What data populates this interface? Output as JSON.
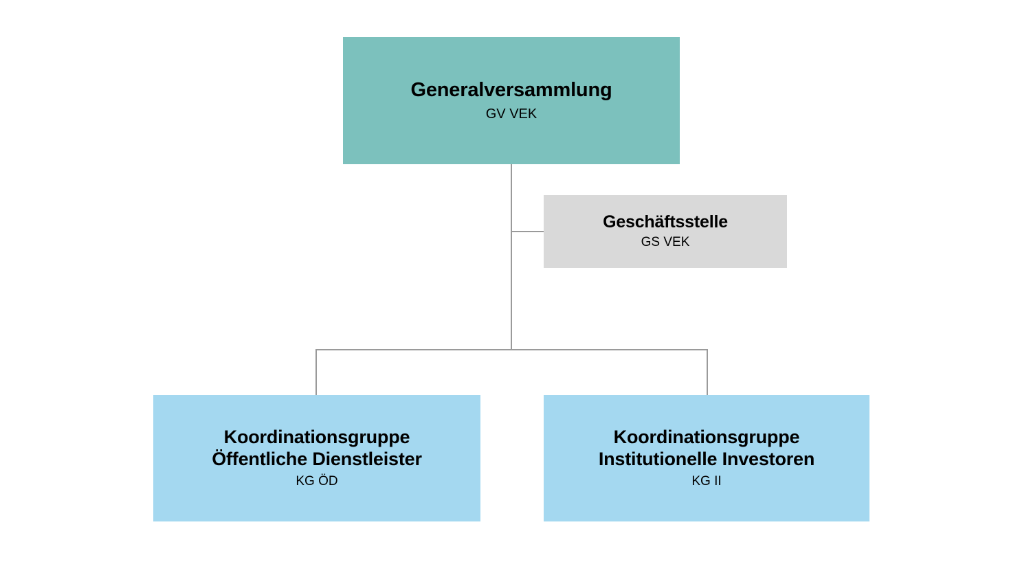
{
  "diagram": {
    "type": "organizational-chart",
    "background_color": "#ffffff",
    "line_color": "#9a9a9a",
    "nodes": [
      {
        "id": "gv",
        "title": "Generalversammlung",
        "subtitle": "GV VEK",
        "color": "#7cc1bd",
        "level": "top"
      },
      {
        "id": "gs",
        "title": "Geschäftsstelle",
        "subtitle": "GS VEK",
        "color": "#d9d9d9",
        "level": "staff"
      },
      {
        "id": "kg_oed",
        "title": "Koordinationsgruppe\nÖffentliche Dienstleister",
        "subtitle": "KG ÖD",
        "color": "#a4d8f0",
        "level": "group"
      },
      {
        "id": "kg_ii",
        "title": "Koordinationsgruppe\nInstitutionelle Investoren",
        "subtitle": "KG II",
        "color": "#a4d8f0",
        "level": "group"
      }
    ],
    "edges": [
      {
        "from": "gv",
        "to": "gs",
        "style": "elbow-right"
      },
      {
        "from": "gv",
        "to": "kg_oed",
        "style": "elbow-down"
      },
      {
        "from": "gv",
        "to": "kg_ii",
        "style": "elbow-down"
      }
    ]
  }
}
